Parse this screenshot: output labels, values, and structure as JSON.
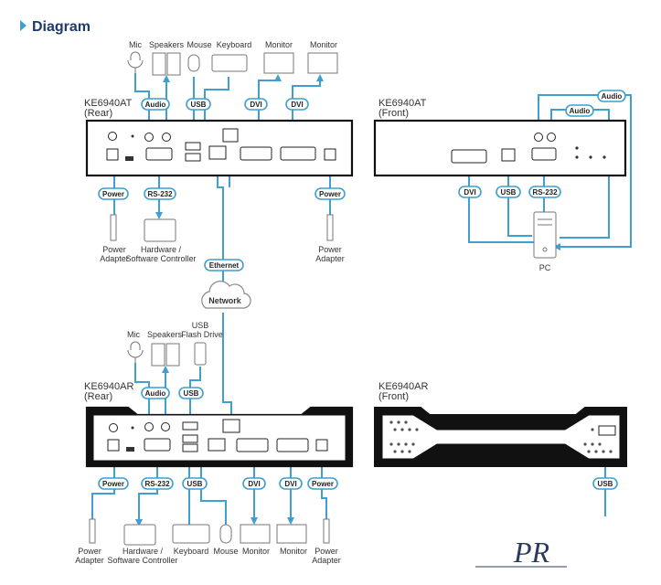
{
  "heading": "Diagram",
  "logo_text": "PR",
  "tx_rear": {
    "model": "KE6940AT",
    "view": "(Rear)"
  },
  "tx_front": {
    "model": "KE6940AT",
    "view": "(Front)"
  },
  "rx_rear": {
    "model": "KE6940AR",
    "view": "(Rear)"
  },
  "rx_front": {
    "model": "KE6940AR",
    "view": "(Front)"
  },
  "labels": {
    "mic": "Mic",
    "speakers": "Speakers",
    "mouse": "Mouse",
    "keyboard": "Keyboard",
    "monitor": "Monitor",
    "usb_flash": "USB",
    "usb_flash2": "Flash Drive",
    "power_adapter": "Power",
    "power_adapter2": "Adapter",
    "hw_controller": "Hardware /",
    "hw_controller2": "Software Controller",
    "network": "Network",
    "pc": "PC"
  },
  "pills": {
    "audio": "Audio",
    "usb": "USB",
    "dvi": "DVI",
    "power": "Power",
    "rs232": "RS-232",
    "ethernet": "Ethernet"
  },
  "colors": {
    "link": "#3f9fd0",
    "heading": "#1f3a6b",
    "chassis": "#111111"
  }
}
